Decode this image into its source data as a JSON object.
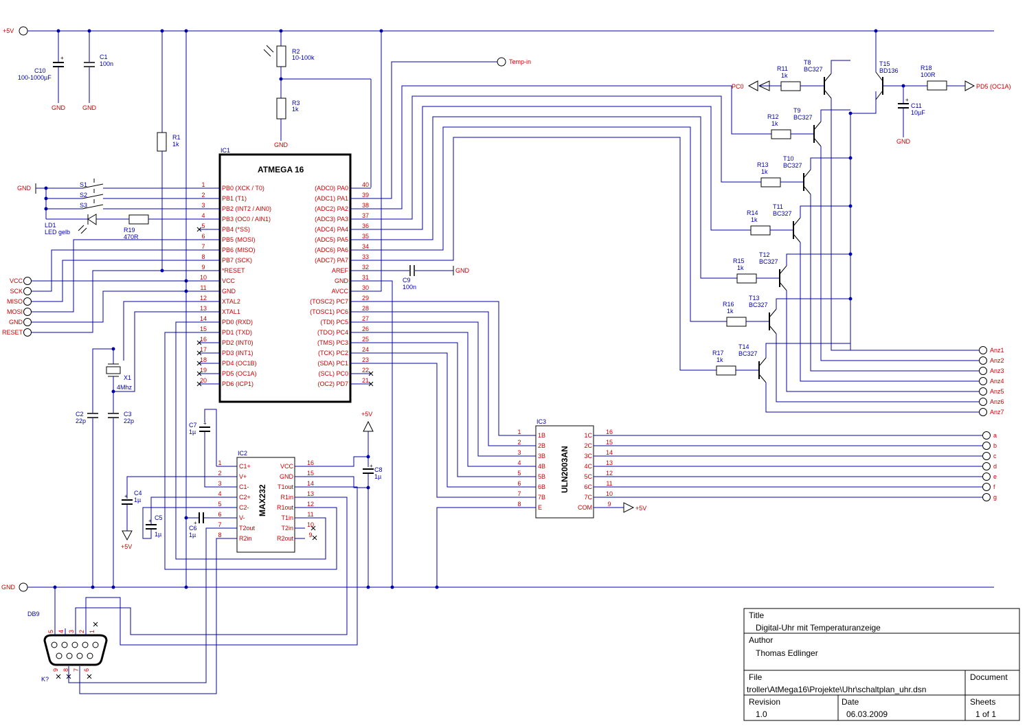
{
  "nets": {
    "vcc5": "+5V",
    "gnd": "GND",
    "temp_in": "Temp-in",
    "pc0": "PC0",
    "pd5": "PD5 (OC1A)",
    "plus5_com": "+5V",
    "plus5_c8": "+5V",
    "plus5_c4": "+5V",
    "gnd_c9": "GND",
    "gnd_s": "GND",
    "gnd_c10": "GND",
    "gnd_c1": "GND",
    "gnd_r3": "GND",
    "gnd_c11": "GND"
  },
  "isp": [
    "VCC",
    "SCK",
    "MISO",
    "MOSI",
    "GND",
    "RESET"
  ],
  "anodes": [
    "Anz1",
    "Anz2",
    "Anz3",
    "Anz4",
    "Anz5",
    "Anz6",
    "Anz7"
  ],
  "segments": [
    "a",
    "b",
    "c",
    "d",
    "e",
    "f",
    "g"
  ],
  "parts": {
    "c10": {
      "ref": "C10",
      "val": "100-1000µF"
    },
    "c1": {
      "ref": "C1",
      "val": "100n"
    },
    "r1": {
      "ref": "R1",
      "val": "1k"
    },
    "r2": {
      "ref": "R2",
      "val": "10-100k"
    },
    "r3": {
      "ref": "R3",
      "val": "1k"
    },
    "r19": {
      "ref": "R19",
      "val": "470R"
    },
    "ld1": {
      "ref": "LD1",
      "val": "LED gelb"
    },
    "s1": "S1",
    "s2": "S2",
    "s3": "S3",
    "c9": {
      "ref": "C9",
      "val": "100n"
    },
    "x1": {
      "ref": "X1",
      "val": "4Mhz"
    },
    "c2": {
      "ref": "C2",
      "val": "22p"
    },
    "c3": {
      "ref": "C3",
      "val": "22p"
    },
    "c7": {
      "ref": "C7",
      "val": "1µ"
    },
    "c8": {
      "ref": "C8",
      "val": "1µ"
    },
    "c4": {
      "ref": "C4",
      "val": "1µ"
    },
    "c5": {
      "ref": "C5",
      "val": "1µ"
    },
    "c6": {
      "ref": "C6",
      "val": "1µ"
    },
    "c11": {
      "ref": "C11",
      "val": "10µF"
    },
    "r18": {
      "ref": "R18",
      "val": "100R"
    },
    "t15": {
      "ref": "T15",
      "val": "BD136"
    },
    "db9": "DB9",
    "k": "K?"
  },
  "drivers": [
    {
      "r": "R11",
      "rv": "1k",
      "t": "T8",
      "tv": "BC327"
    },
    {
      "r": "R12",
      "rv": "1k",
      "t": "T9",
      "tv": "BC327"
    },
    {
      "r": "R13",
      "rv": "1k",
      "t": "T10",
      "tv": "BC327"
    },
    {
      "r": "R14",
      "rv": "1k",
      "t": "T11",
      "tv": "BC327"
    },
    {
      "r": "R15",
      "rv": "1k",
      "t": "T12",
      "tv": "BC327"
    },
    {
      "r": "R16",
      "rv": "1k",
      "t": "T13",
      "tv": "BC327"
    },
    {
      "r": "R17",
      "rv": "1k",
      "t": "T14",
      "tv": "BC327"
    }
  ],
  "ic1": {
    "ref": "IC1",
    "name": "ATMEGA 16",
    "left": [
      {
        "n": "1",
        "l": "PB0 (XCK / T0)"
      },
      {
        "n": "2",
        "l": "PB1 (T1)"
      },
      {
        "n": "3",
        "l": "PB2 (INT2 / AIN0)"
      },
      {
        "n": "4",
        "l": "PB3 (OC0 / AIN1)"
      },
      {
        "n": "5",
        "l": "PB4 (*SS)"
      },
      {
        "n": "6",
        "l": "PB5 (MOSI)"
      },
      {
        "n": "7",
        "l": "PB6 (MISO)"
      },
      {
        "n": "8",
        "l": "PB7 (SCK)"
      },
      {
        "n": "9",
        "l": "*RESET"
      },
      {
        "n": "10",
        "l": "VCC"
      },
      {
        "n": "11",
        "l": "GND"
      },
      {
        "n": "12",
        "l": "XTAL2"
      },
      {
        "n": "13",
        "l": "XTAL1"
      },
      {
        "n": "14",
        "l": "PD0 (RXD)"
      },
      {
        "n": "15",
        "l": "PD1 (TXD)"
      },
      {
        "n": "16",
        "l": "PD2 (INT0)"
      },
      {
        "n": "17",
        "l": "PD3 (INT1)"
      },
      {
        "n": "18",
        "l": "PD4 (OC1B)"
      },
      {
        "n": "19",
        "l": "PD5 (OC1A)"
      },
      {
        "n": "20",
        "l": "PD6 (ICP1)"
      }
    ],
    "right": [
      {
        "n": "40",
        "l": "(ADC0) PA0"
      },
      {
        "n": "39",
        "l": "(ADC1) PA1"
      },
      {
        "n": "38",
        "l": "(ADC2) PA2"
      },
      {
        "n": "37",
        "l": "(ADC3) PA3"
      },
      {
        "n": "36",
        "l": "(ADC4) PA4"
      },
      {
        "n": "35",
        "l": "(ADC5) PA5"
      },
      {
        "n": "34",
        "l": "(ADC6) PA6"
      },
      {
        "n": "33",
        "l": "(ADC7) PA7"
      },
      {
        "n": "32",
        "l": "AREF"
      },
      {
        "n": "31",
        "l": "GND"
      },
      {
        "n": "30",
        "l": "AVCC"
      },
      {
        "n": "29",
        "l": "(TOSC2) PC7"
      },
      {
        "n": "28",
        "l": "(TOSC1) PC6"
      },
      {
        "n": "27",
        "l": "(TDI) PC5"
      },
      {
        "n": "26",
        "l": "(TDO) PC4"
      },
      {
        "n": "25",
        "l": "(TMS) PC3"
      },
      {
        "n": "24",
        "l": "(TCK) PC2"
      },
      {
        "n": "23",
        "l": "(SDA) PC1"
      },
      {
        "n": "22",
        "l": "(SCL) PC0"
      },
      {
        "n": "21",
        "l": "(OC2) PD7"
      }
    ]
  },
  "ic2": {
    "ref": "IC2",
    "name": "MAX232",
    "left": [
      {
        "n": "1",
        "l": "C1+"
      },
      {
        "n": "2",
        "l": "V+"
      },
      {
        "n": "3",
        "l": "C1-"
      },
      {
        "n": "4",
        "l": "C2+"
      },
      {
        "n": "5",
        "l": "C2-"
      },
      {
        "n": "6",
        "l": "V-"
      },
      {
        "n": "7",
        "l": "T2out"
      },
      {
        "n": "8",
        "l": "R2in"
      }
    ],
    "right": [
      {
        "n": "16",
        "l": "VCC"
      },
      {
        "n": "15",
        "l": "GND"
      },
      {
        "n": "14",
        "l": "T1out"
      },
      {
        "n": "13",
        "l": "R1in"
      },
      {
        "n": "12",
        "l": "R1out"
      },
      {
        "n": "11",
        "l": "T1in"
      },
      {
        "n": "10",
        "l": "T2in"
      },
      {
        "n": "9",
        "l": "R2out"
      }
    ]
  },
  "ic3": {
    "ref": "IC3",
    "name": "ULN2003AN",
    "left": [
      {
        "n": "1",
        "l": "1B"
      },
      {
        "n": "2",
        "l": "2B"
      },
      {
        "n": "3",
        "l": "3B"
      },
      {
        "n": "4",
        "l": "4B"
      },
      {
        "n": "5",
        "l": "5B"
      },
      {
        "n": "6",
        "l": "6B"
      },
      {
        "n": "7",
        "l": "7B"
      },
      {
        "n": "8",
        "l": "E"
      }
    ],
    "right": [
      {
        "n": "16",
        "l": "1C"
      },
      {
        "n": "15",
        "l": "2C"
      },
      {
        "n": "14",
        "l": "3C"
      },
      {
        "n": "13",
        "l": "4C"
      },
      {
        "n": "12",
        "l": "5C"
      },
      {
        "n": "11",
        "l": "6C"
      },
      {
        "n": "10",
        "l": "7C"
      },
      {
        "n": "9",
        "l": "COM"
      }
    ]
  },
  "db9_pins": {
    "top": [
      "5",
      "4",
      "3",
      "2",
      "1"
    ],
    "bottom": [
      "9",
      "8",
      "7",
      "6"
    ]
  },
  "titleblock": {
    "title_label": "Title",
    "title": "Digital-Uhr mit Temperaturanzeige",
    "author_label": "Author",
    "author": "Thomas Edlinger",
    "file_label": "File",
    "file": "troller\\AtMega16\\Projekte\\Uhr\\schaltplan_uhr.dsn",
    "document_label": "Document",
    "revision_label": "Revision",
    "revision": "1.0",
    "date_label": "Date",
    "date": "06.03.2009",
    "sheets_label": "Sheets",
    "sheets": "1 of 1"
  },
  "colors": {
    "wire": "#0000aa",
    "label": "#cc0000",
    "body": "#000000",
    "background": "#ffffff"
  }
}
